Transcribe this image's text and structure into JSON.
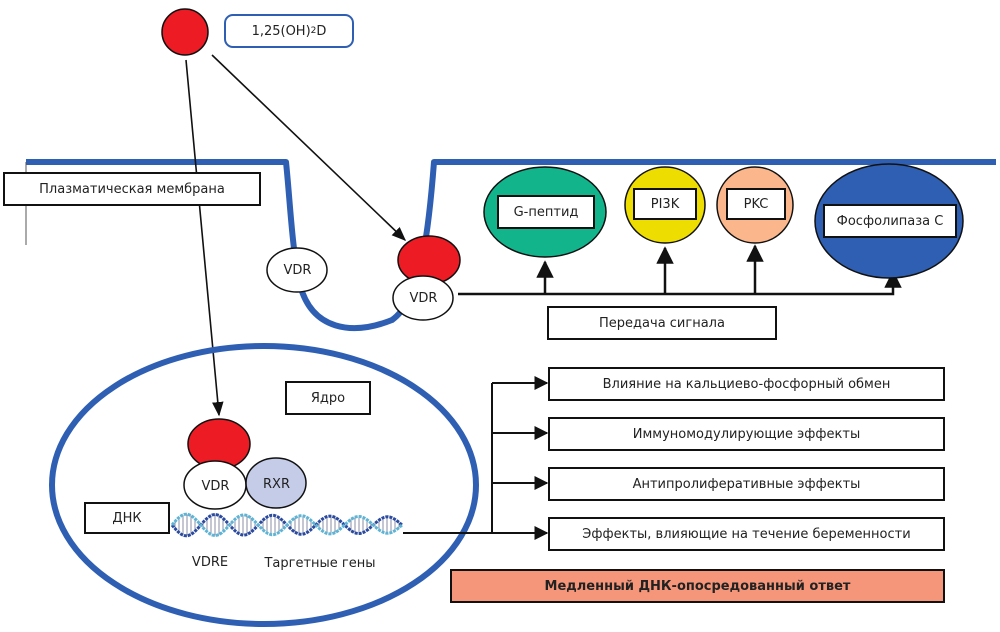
{
  "colors": {
    "ligand": "#ED1C24",
    "membrane": "#2F5FB3",
    "g_peptide": "#12B48C",
    "pi3k": "#EEDD00",
    "pkc": "#FBB68C",
    "phospholipase": "#2F5FB3",
    "rxr": "#C5CCE8",
    "dna_response": "#F5967A"
  },
  "ligand": {
    "label_prefix": "1,25(OH)",
    "label_sub": "2",
    "label_suffix": "D"
  },
  "membrane": {
    "label": "Плазматическая мембрана"
  },
  "receptors": {
    "vdr_free": "VDR",
    "vdr_membrane": "VDR",
    "vdr_nucleus": "VDR",
    "rxr": "RXR"
  },
  "signaling": {
    "targets": [
      {
        "label": "G-пептид"
      },
      {
        "label": "PI3K"
      },
      {
        "label": "PKC"
      },
      {
        "label": "Фосфолипаза С"
      }
    ],
    "label": "Передача сигнала"
  },
  "nucleus": {
    "label": "Ядро",
    "dna_label": "ДНК",
    "vdre_label": "VDRE",
    "target_genes_label": "Таргетные гены"
  },
  "effects": [
    {
      "label": "Влияние на кальциево-фосфорный обмен"
    },
    {
      "label": "Иммуномодулирующие эффекты"
    },
    {
      "label": "Антипролиферативные эффекты"
    },
    {
      "label": "Эффекты, влияющие на течение беременности"
    }
  ],
  "dna_response": {
    "label": "Медленный ДНК-опосредованный ответ"
  }
}
